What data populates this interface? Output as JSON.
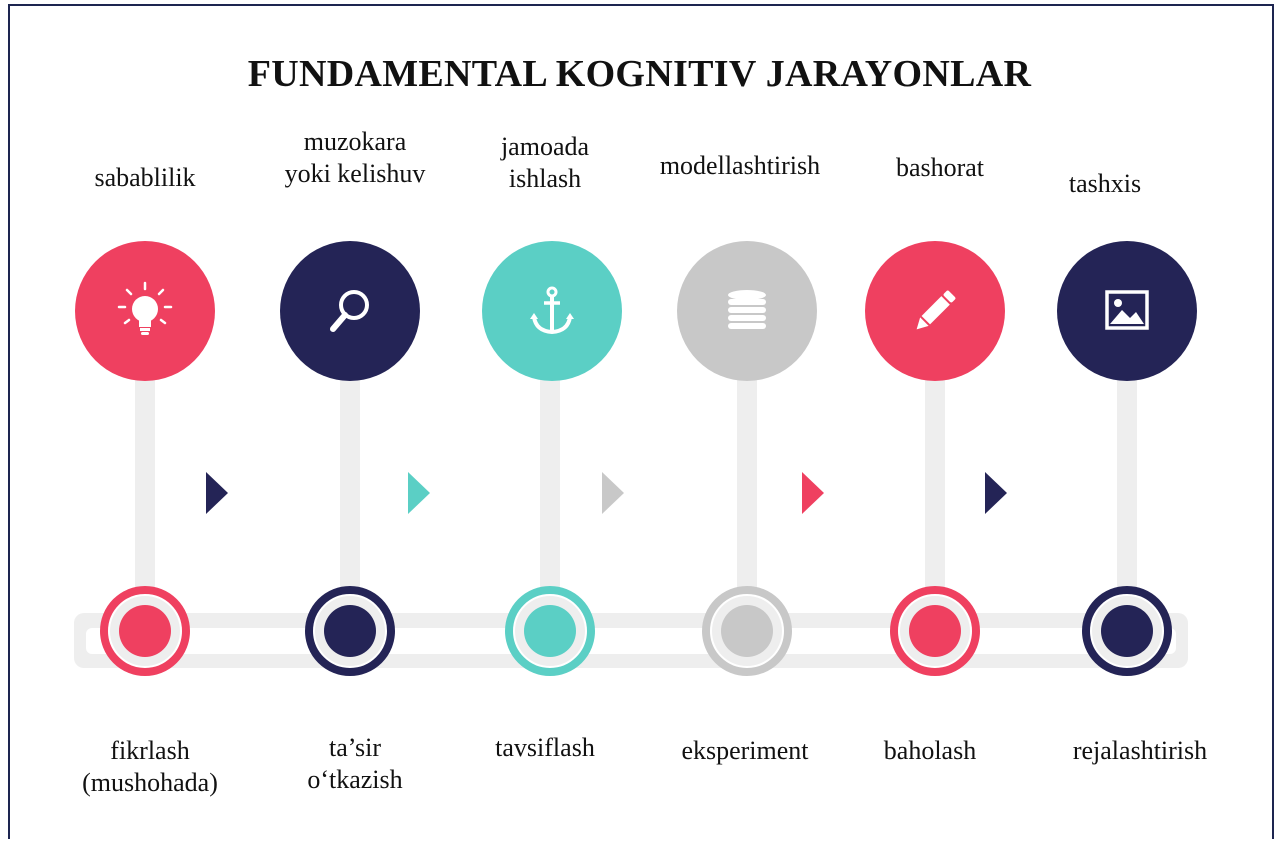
{
  "cut_title": "...gi ... jay ... (... ... ya ...)",
  "title": "FUNDAMENTAL KOGNITIV JARAYONLAR",
  "colors": {
    "red": "#ef4060",
    "navy": "#242456",
    "teal": "#5bcfc5",
    "gray": "#c8c8c8"
  },
  "steps": [
    {
      "top": "sabablilik",
      "bottom": "fikrlash\n(mushohada)",
      "color": "#ef4060",
      "icon": "lightbulb-icon",
      "arrow": "#242456"
    },
    {
      "top": "muzokara\nyoki kelishuv",
      "bottom": "ta’sir\no‘tkazish",
      "color": "#242456",
      "icon": "magnifier-icon",
      "arrow": "#5bcfc5"
    },
    {
      "top": "jamoada\nishlash",
      "bottom": "tavsiflash",
      "color": "#5bcfc5",
      "icon": "anchor-icon",
      "arrow": "#c8c8c8"
    },
    {
      "top": "modellashtirish",
      "bottom": "eksperiment",
      "color": "#c8c8c8",
      "icon": "database-icon",
      "arrow": "#ef4060"
    },
    {
      "top": "bashorat",
      "bottom": "baholash",
      "color": "#ef4060",
      "icon": "pencil-icon",
      "arrow": "#242456"
    },
    {
      "top": "tashxis",
      "bottom": "rejalashtirish",
      "color": "#242456",
      "icon": "image-icon",
      "arrow": null
    }
  ]
}
